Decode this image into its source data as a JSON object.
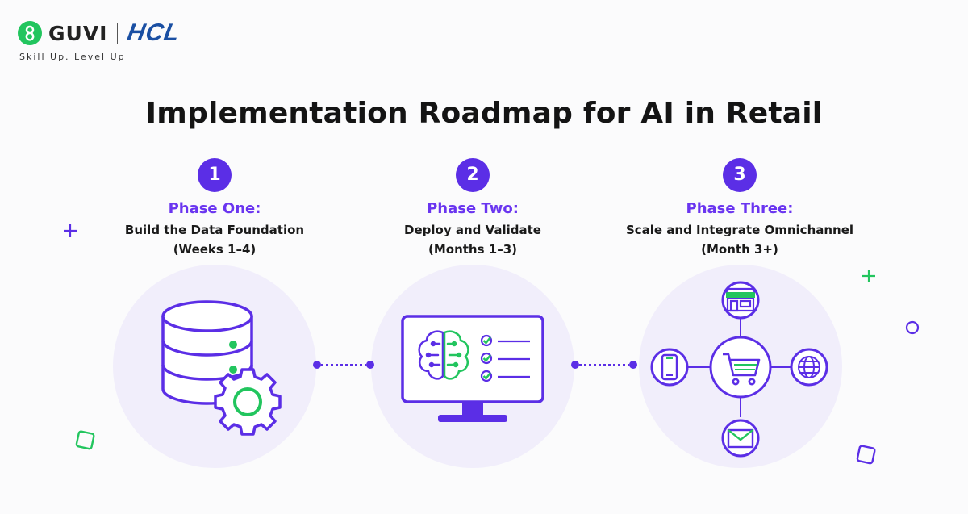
{
  "brand": {
    "guvi": "GUVI",
    "hcl": "HCL",
    "tagline": "Skill Up. Level Up",
    "colors": {
      "green": "#22c55e",
      "purple": "#5b2ee6",
      "hcl_blue": "#1a4fa3"
    }
  },
  "title": "Implementation Roadmap for AI in Retail",
  "phases": [
    {
      "number": "1",
      "name": "Phase One:",
      "desc1": "Build the Data Foundation",
      "desc2": "(Weeks 1–4)",
      "icon": "database-gear-icon"
    },
    {
      "number": "2",
      "name": "Phase Two:",
      "desc1": "Deploy and Validate",
      "desc2": "(Months 1–3)",
      "icon": "ai-brain-monitor-icon"
    },
    {
      "number": "3",
      "name": "Phase Three:",
      "desc1": "Scale and Integrate Omnichannel",
      "desc2": "(Month 3+)",
      "icon": "omnichannel-hub-icon"
    }
  ]
}
